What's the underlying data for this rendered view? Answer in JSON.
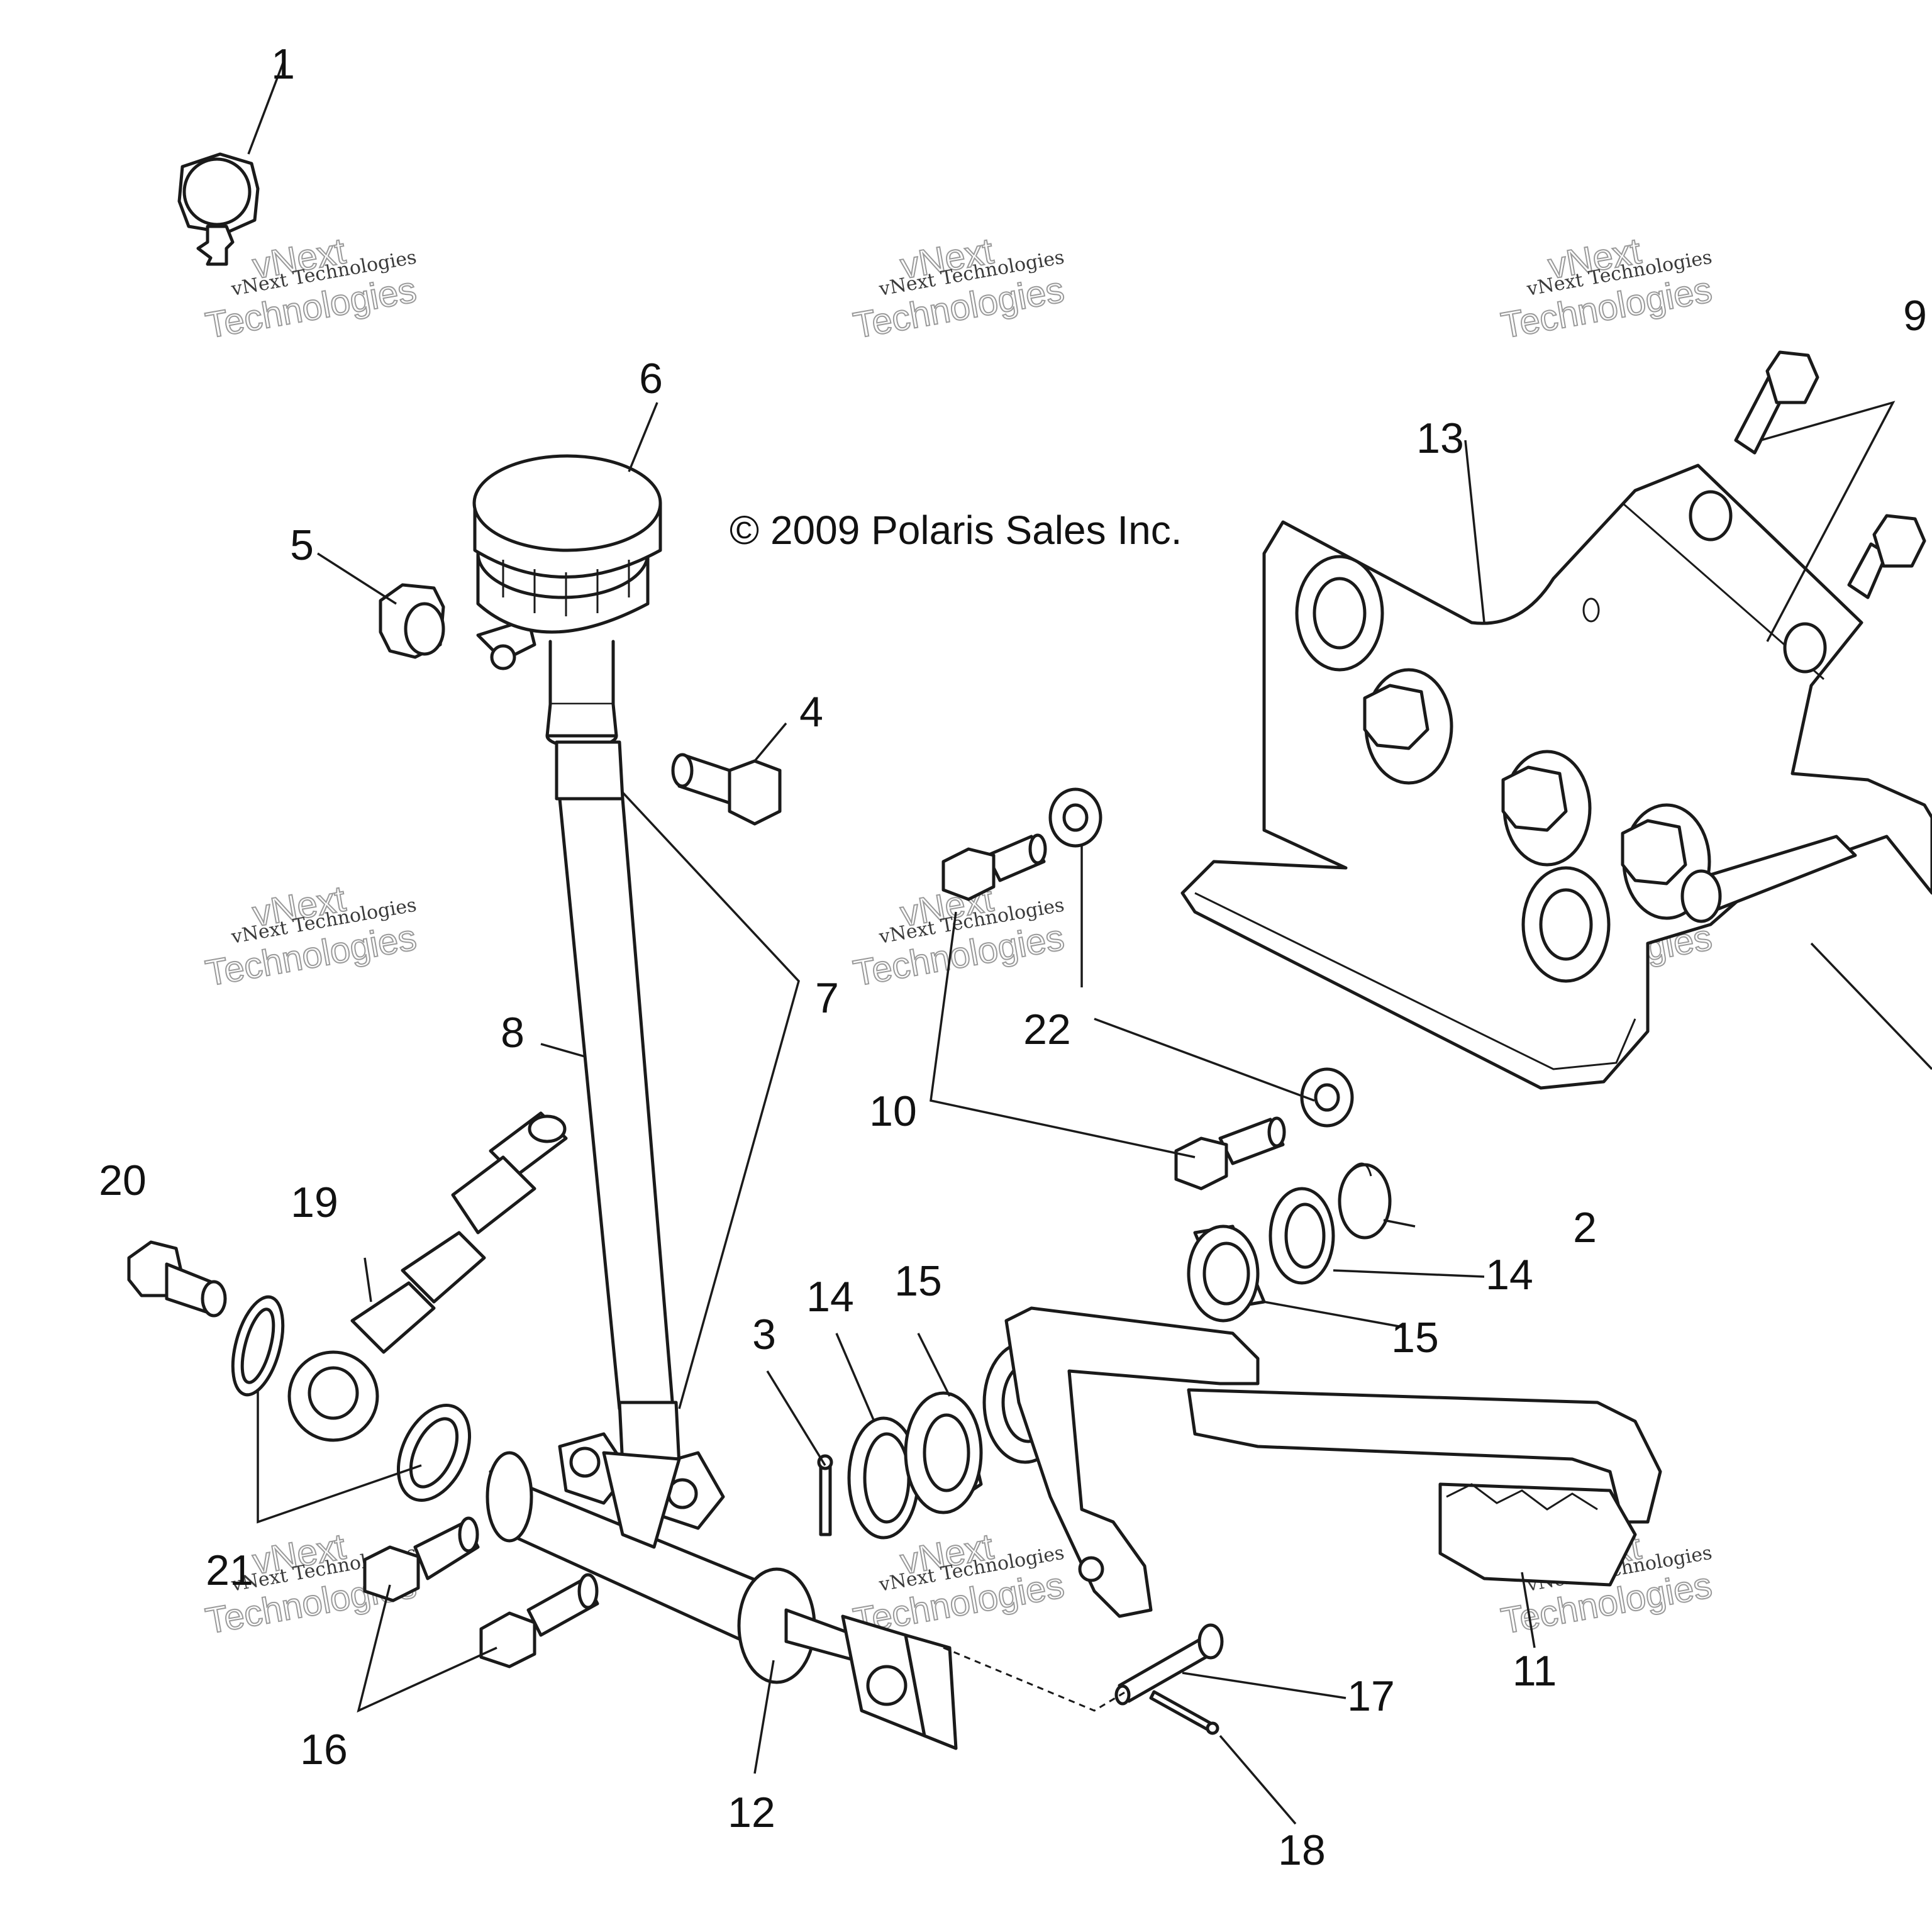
{
  "copyright": "© 2009 Polaris Sales Inc.",
  "watermark": {
    "line_small": "vNext Technologies",
    "line_top": "vNext",
    "line_big": "Technologies"
  },
  "callouts": {
    "c1": "1",
    "c2": "2",
    "c3": "3",
    "c4": "4",
    "c5": "5",
    "c6": "6",
    "c7": "7",
    "c8": "8",
    "c9": "9",
    "c10": "10",
    "c11": "11",
    "c12": "12",
    "c13": "13",
    "c14a": "14",
    "c14b": "14",
    "c15a": "15",
    "c15b": "15",
    "c16": "16",
    "c17": "17",
    "c18": "18",
    "c19": "19",
    "c20": "20",
    "c21": "21",
    "c22": "22"
  }
}
